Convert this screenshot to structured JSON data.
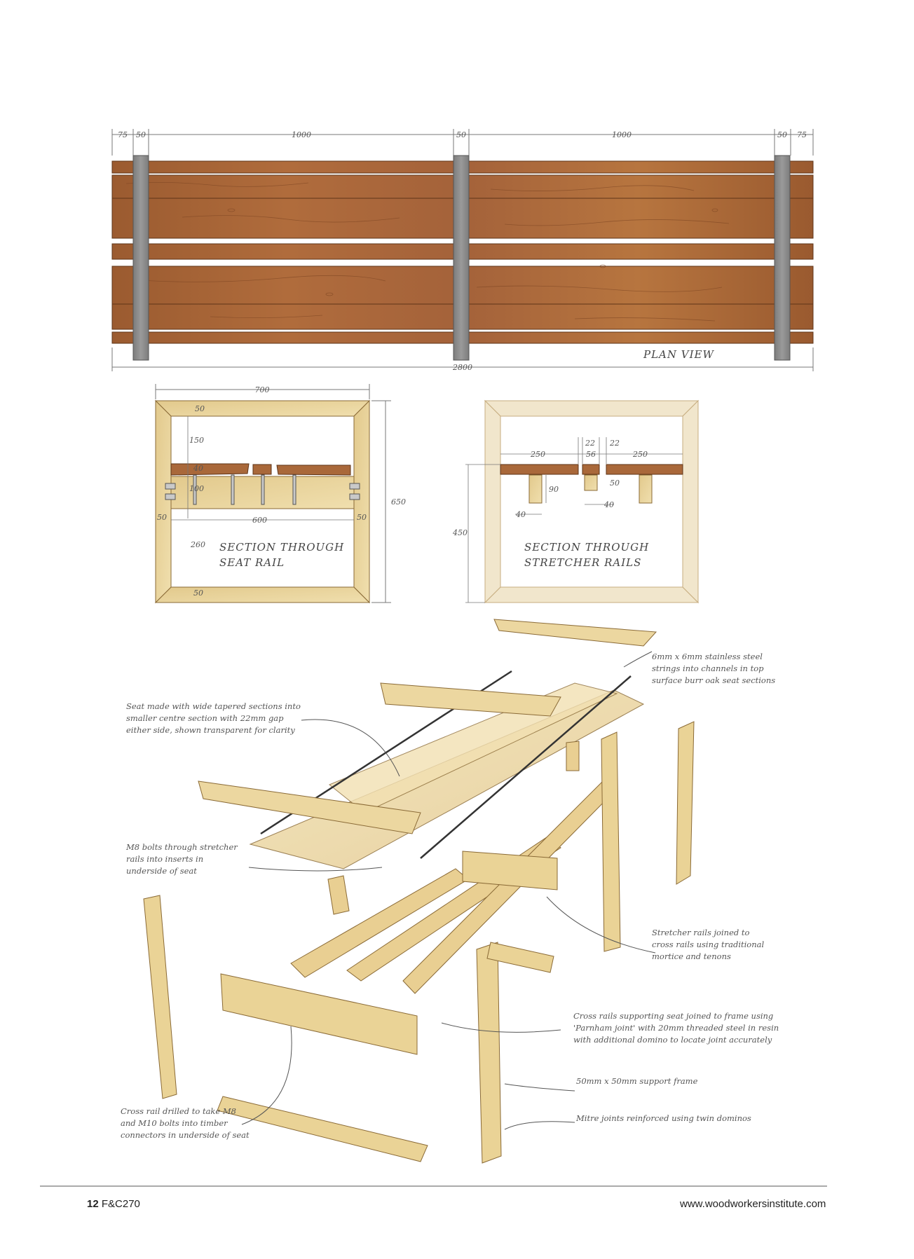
{
  "plan": {
    "title": "PLAN VIEW",
    "dims": [
      "75",
      "50",
      "1000",
      "50",
      "1000",
      "50",
      "75"
    ],
    "total": "2800"
  },
  "seat_section": {
    "title_lines": [
      "SECTION THROUGH",
      "SEAT RAIL"
    ],
    "width": "700",
    "height": "650",
    "d50_top": "50",
    "d150": "150",
    "d40": "40",
    "d100": "100",
    "d50_left": "50",
    "d600": "600",
    "d50_right": "50",
    "d260": "260",
    "d50_bottom": "50"
  },
  "stretcher_section": {
    "title_lines": [
      "SECTION THROUGH",
      "STRETCHER RAILS"
    ],
    "d250_left": "250",
    "d22_left": "22",
    "d56": "56",
    "d22_right": "22",
    "d250_right": "250",
    "d90": "90",
    "d50": "50",
    "d40_left": "40",
    "d40_right": "40",
    "d450": "450"
  },
  "notes": {
    "strings": [
      "6mm x 6mm stainless steel",
      "strings into channels in top",
      "surface burr oak seat sections"
    ],
    "seat": [
      "Seat made with wide tapered sections into",
      "smaller centre section with 22mm gap",
      "either side, shown transparent for clarity"
    ],
    "bolts": [
      "M8 bolts through stretcher",
      "rails into inserts in",
      "underside of seat"
    ],
    "stretcher": [
      "Stretcher rails joined to",
      "cross rails using traditional",
      "mortice and tenons"
    ],
    "cross": [
      "Cross rails supporting seat joined to frame using",
      "'Parnham joint' with 20mm threaded steel in resin",
      "with additional domino to locate joint accurately"
    ],
    "support": [
      "50mm x 50mm support frame"
    ],
    "mitre": [
      "Mitre joints reinforced using twin dominos"
    ],
    "drilled": [
      "Cross rail drilled to take M8",
      "and M10 bolts into timber",
      "connectors in underside of seat"
    ]
  },
  "footer": {
    "page_number": "12",
    "issue": "F&C270",
    "website": "www.woodworkersinstitute.com"
  },
  "colors": {
    "oak_dark": "#9a5a2f",
    "oak_light": "#e9d49e",
    "frame_grey": "#8c8c8c",
    "ash_pale": "#f1e6cc"
  }
}
